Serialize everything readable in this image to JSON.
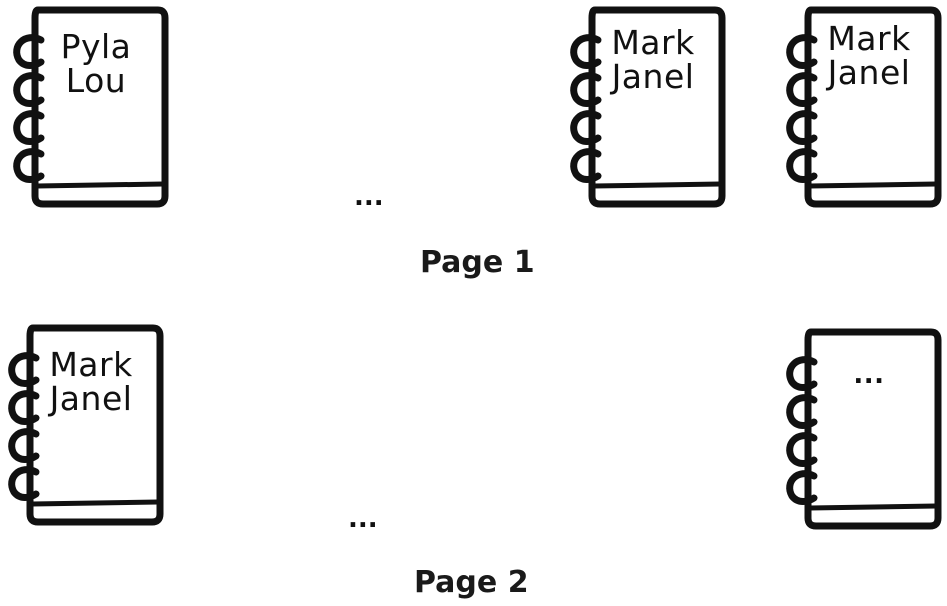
{
  "page1": {
    "caption": "Page 1",
    "gap_marker": "...",
    "notebooks": [
      {
        "line1": "Pyla",
        "line2": "Lou"
      },
      {
        "line1": "Mark",
        "line2": "Janel"
      },
      {
        "line1": "Mark",
        "line2": "Janel"
      }
    ]
  },
  "page2": {
    "caption": "Page 2",
    "gap_marker": "...",
    "notebooks": [
      {
        "line1": "Mark",
        "line2": "Janel"
      },
      {
        "line1": "...",
        "line2": ""
      }
    ]
  }
}
